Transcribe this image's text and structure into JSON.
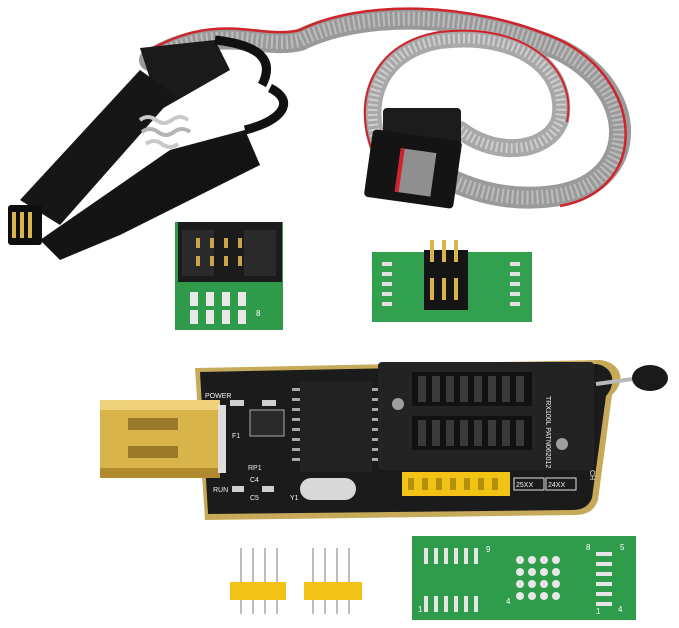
{
  "labels": {
    "power": "POWER",
    "run": "RUN",
    "f1": "F1",
    "c4": "C4",
    "c5": "C5",
    "y1": "Y1",
    "rp": "RP1",
    "socket_text": "TRX100L PATN062012",
    "series_25": "25XX",
    "series_24": "24XX",
    "ch": "CH",
    "adapter_left_num": "8",
    "adapter_right_9": "9",
    "adapter_right_8": "8",
    "adapter_right_5": "5",
    "adapter_right_1": "1",
    "adapter_right_4": "4",
    "adapter_right_4b": "4",
    "adapter_right_1b": "1"
  },
  "colors": {
    "pcb_black": "#1b1b1b",
    "pcb_green": "#2e9a4a",
    "usb_gold": "#d9b44a",
    "cable_gray": "#9a9a9a",
    "cable_red": "#d0242c",
    "header_yellow": "#f2c316",
    "clip_black": "#161616"
  }
}
